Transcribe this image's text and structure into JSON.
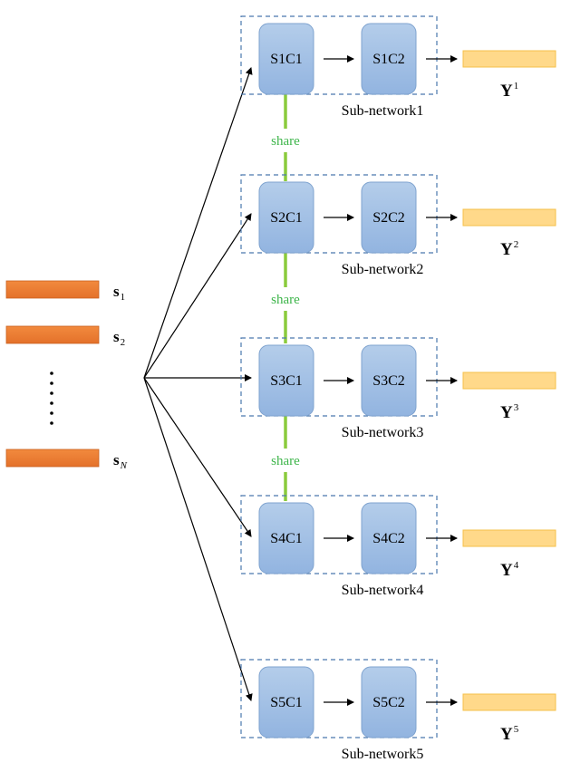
{
  "inputs": [
    {
      "symbol": "s",
      "subscript": "1"
    },
    {
      "symbol": "s",
      "subscript": "2"
    },
    {
      "symbol": "s",
      "subscript": "N"
    }
  ],
  "ellipsis": "vertical-dots",
  "subnetworks": [
    {
      "name": "Sub-network1",
      "cell1": "S1C1",
      "cell2": "S1C2",
      "output": "Y",
      "output_sup": "1"
    },
    {
      "name": "Sub-network2",
      "cell1": "S2C1",
      "cell2": "S2C2",
      "output": "Y",
      "output_sup": "2"
    },
    {
      "name": "Sub-network3",
      "cell1": "S3C1",
      "cell2": "S3C2",
      "output": "Y",
      "output_sup": "3"
    },
    {
      "name": "Sub-network4",
      "cell1": "S4C1",
      "cell2": "S4C2",
      "output": "Y",
      "output_sup": "4"
    },
    {
      "name": "Sub-network5",
      "cell1": "S5C1",
      "cell2": "S5C2",
      "output": "Y",
      "output_sup": "5"
    }
  ],
  "share_links": [
    {
      "label": "share",
      "from": "S1C1",
      "to": "S2C1"
    },
    {
      "label": "share",
      "from": "S2C1",
      "to": "S3C1"
    },
    {
      "label": "share",
      "from": "S3C1",
      "to": "S4C1"
    }
  ],
  "colors": {
    "input_bar": "#ED7D31",
    "cell_fill_top": "#B4CDEA",
    "cell_fill_bottom": "#92B4E0",
    "cell_stroke": "#7FA3CF",
    "dashed_box": "#4A78AE",
    "output_bar": "#FFD98A",
    "output_stroke": "#F5C04A",
    "share_line": "#8BCB3C",
    "share_text": "#3DB54A"
  }
}
